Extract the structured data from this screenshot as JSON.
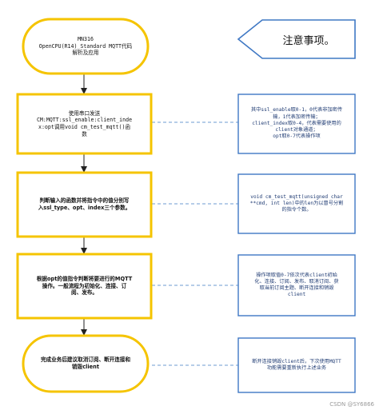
{
  "flow": {
    "start": "MN316\nOpenCPU(R14)_Standard MQTT代码\n解析及应用",
    "step1": "使用串口发送\nCM:MQTT:ssl_enable:client_inde\nx:opt调用void cm_test_mqtt()函\n数",
    "step2": "判断输入的函数并将指令中的值分别写\n入ssl_type、opt、index三个参数。",
    "step3": "根据opt的值指令判断将要进行的MQTT\n操作。一般流程为初始化、连接、订\n阅、发布。",
    "end": "完成业务后建议取消订阅、断开连接和\n销毁client"
  },
  "notes": {
    "header": "注意事项。",
    "note1": "其中ssl_enable取0-1，0代表非加密传\n输，1代表加密传输；\nclient_index取0-4，代表需要使用的\nclient对象通道；\nopt取0-7代表操作项",
    "note2": "void cm_test_mqtt(unsigned char\n**cmd, int len)中的len为以冒号分割\n的指令个数。",
    "note3": "操作项取值0-7依次代表client初始\n化、连接、订阅、发布、取消订阅、获\n取当前订阅主题、断开连接和销毁\nclient",
    "note4": "断开连接销毁client后，下次使用MQTT\n功能需要重新执行上述业务"
  },
  "watermark": "CSDN @SY6866",
  "colors": {
    "yellow_border": "#f5c400",
    "blue_border": "#3f78c4",
    "dash": "#6d9bd1",
    "arrow": "#222222"
  }
}
